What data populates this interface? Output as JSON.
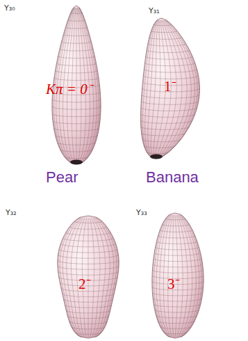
{
  "diagram": {
    "labels": [
      "Y₃₀",
      "Y₃₁",
      "Kπ = 0⁻",
      "1⁻",
      "Pear",
      "Banana",
      "Y₃₂",
      "Y₃₃",
      "2⁻",
      "3⁻"
    ]
  }
}
